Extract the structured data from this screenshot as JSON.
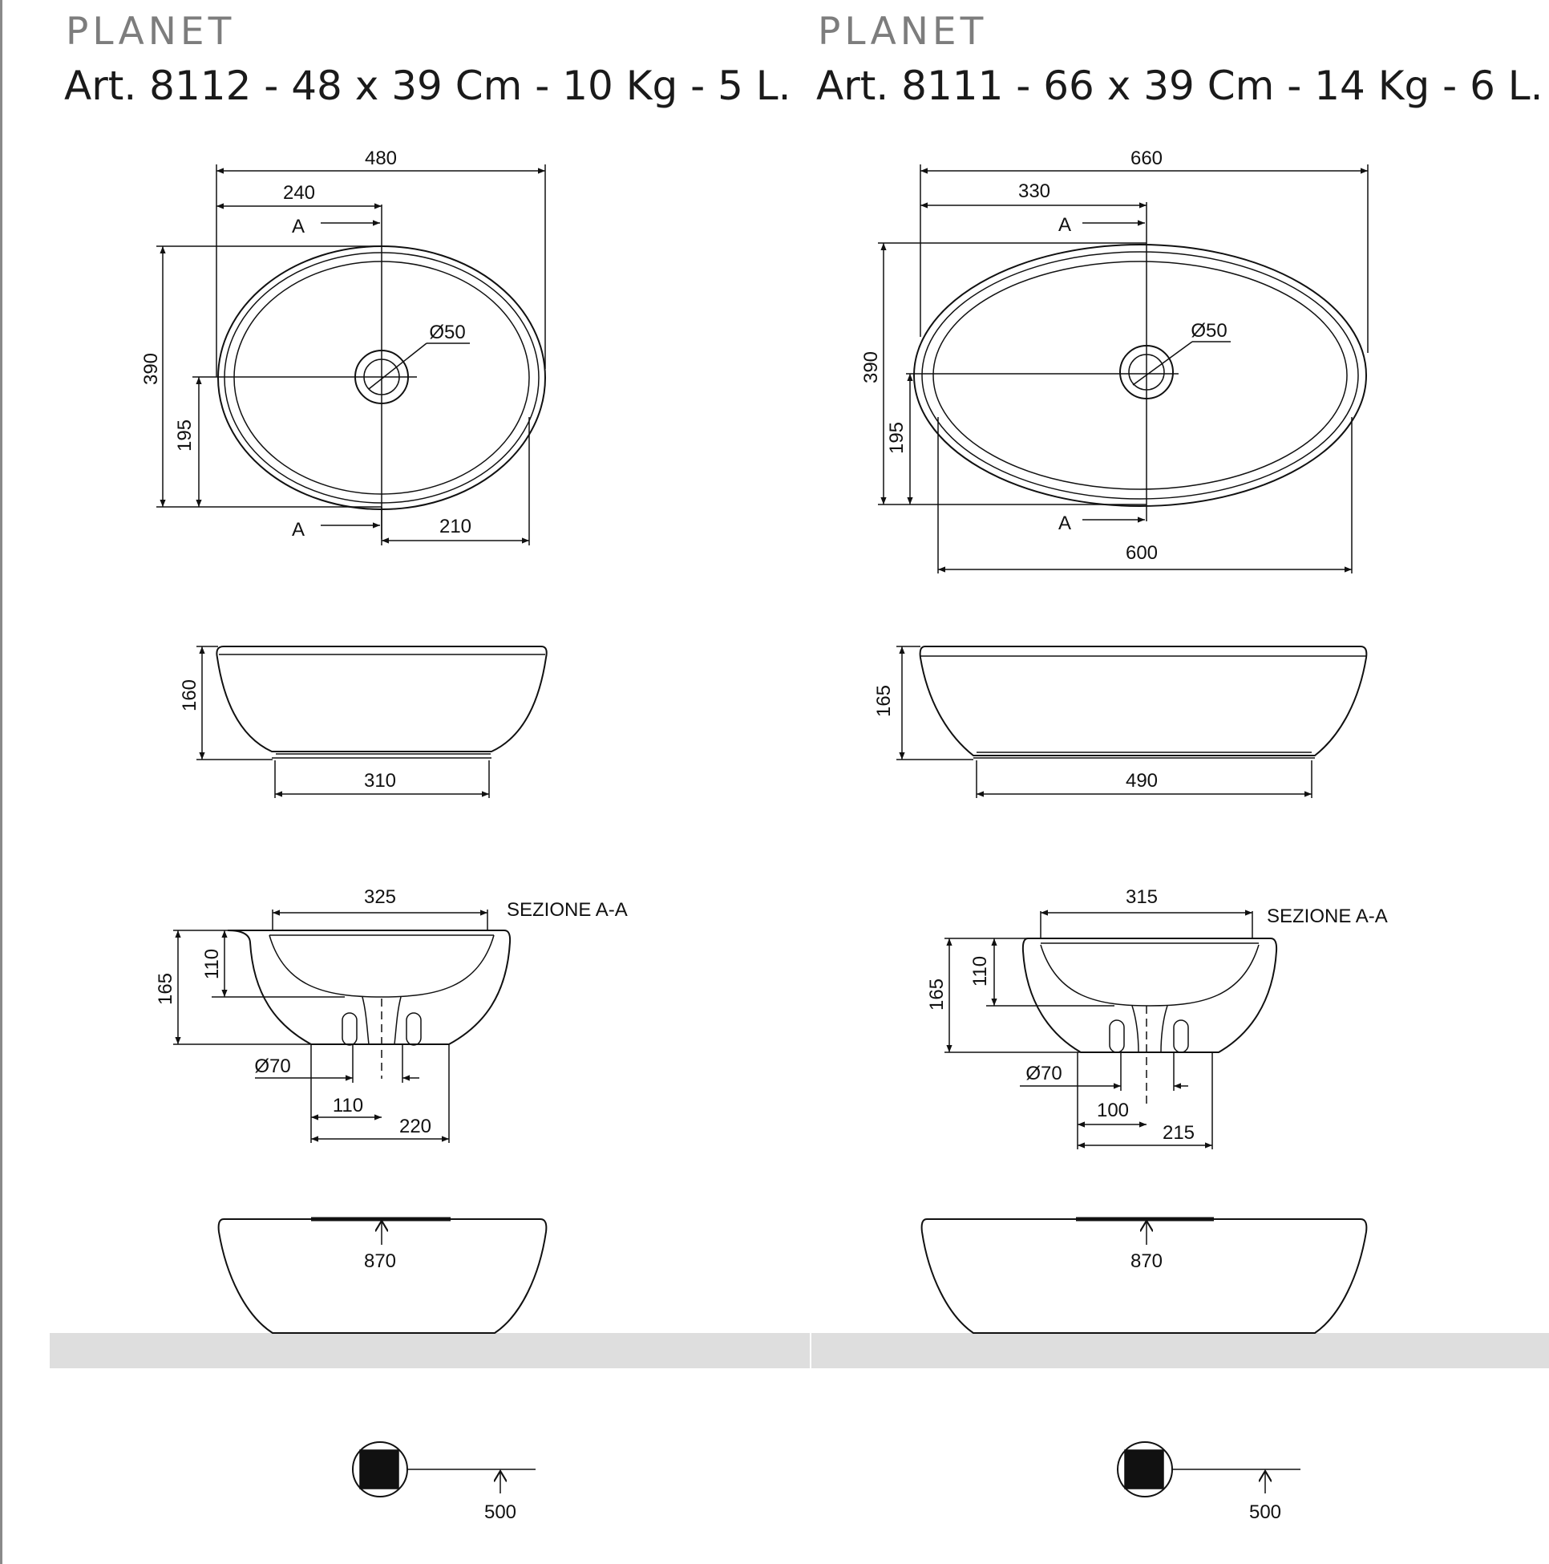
{
  "products": [
    {
      "title": "PLANET",
      "subtitle": "Art. 8112 - 48 x 39 Cm - 10 Kg - 5 L.",
      "top": {
        "width": "480",
        "half": "240",
        "depth": "390",
        "half_depth": "195",
        "front": "210",
        "drain": "Ø50",
        "section": "A"
      },
      "side": {
        "height": "160",
        "base": "310"
      },
      "section": {
        "label": "SEZIONE A-A",
        "inner": "325",
        "total": "165",
        "bowl": "110",
        "waste": "Ø70",
        "offset": "110",
        "foot": "220"
      },
      "mounted": {
        "height": "870"
      },
      "outlet": {
        "height": "500"
      }
    },
    {
      "title": "PLANET",
      "subtitle": "Art. 8111 - 66 x 39 Cm - 14 Kg - 6 L.",
      "top": {
        "width": "660",
        "half": "330",
        "depth": "390",
        "half_depth": "195",
        "inner": "600",
        "drain": "Ø50",
        "section": "A"
      },
      "side": {
        "height": "165",
        "base": "490"
      },
      "section": {
        "label": "SEZIONE A-A",
        "inner": "315",
        "total": "165",
        "bowl": "110",
        "waste": "Ø70",
        "offset": "100",
        "foot": "215"
      },
      "mounted": {
        "height": "870"
      },
      "outlet": {
        "height": "500"
      }
    }
  ]
}
